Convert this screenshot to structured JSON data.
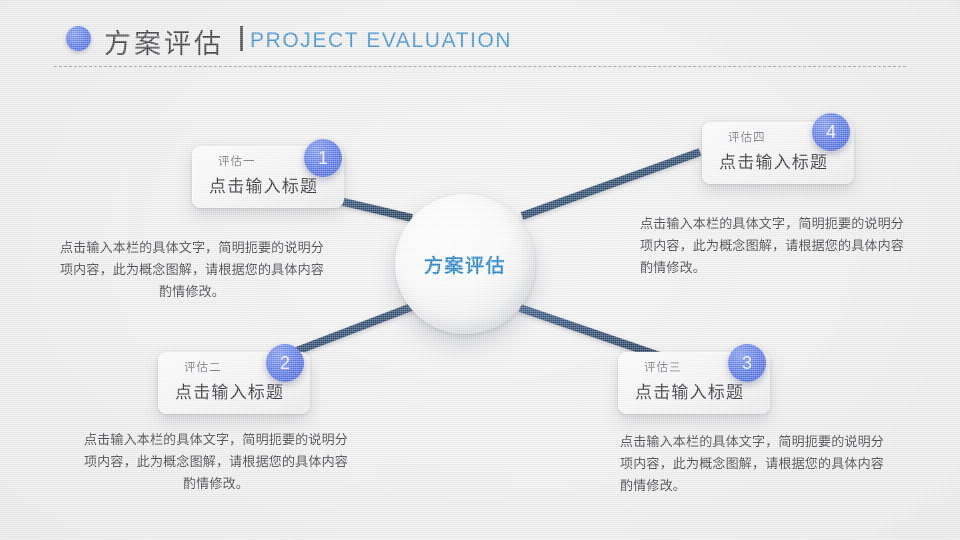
{
  "header": {
    "bullet_icon": "blue-dot-icon",
    "title_cn": "方案评估",
    "title_separator": "|",
    "title_en": "PROJECT EVALUATION",
    "accent_color": "#2e86c9",
    "bullet_color": "#4f6fe4"
  },
  "hub": {
    "label": "方案评估",
    "label_color": "#1279c4"
  },
  "theme": {
    "connector_color": "#20406a",
    "badge_color": "#4f6ee3",
    "background_color": "#ececec",
    "card_text_color": "#1b1c1e",
    "eyebrow_color": "#6a6d72"
  },
  "nodes": [
    {
      "badge": "1",
      "eyebrow": "评估一",
      "title": "点击输入标题",
      "body": "点击输入本栏的具体文字，简明扼要的说明分项内容，此为概念图解，请根据您的具体内容酌情修改。"
    },
    {
      "badge": "2",
      "eyebrow": "评估二",
      "title": "点击输入标题",
      "body": "点击输入本栏的具体文字，简明扼要的说明分项内容，此为概念图解，请根据您的具体内容酌情修改。"
    },
    {
      "badge": "3",
      "eyebrow": "评估三",
      "title": "点击输入标题",
      "body": "点击输入本栏的具体文字，简明扼要的说明分项内容，此为概念图解，请根据您的具体内容酌情修改。"
    },
    {
      "badge": "4",
      "eyebrow": "评估四",
      "title": "点击输入标题",
      "body": "点击输入本栏的具体文字，简明扼要的说明分项内容，此为概念图解，请根据您的具体内容酌情修改。"
    }
  ]
}
